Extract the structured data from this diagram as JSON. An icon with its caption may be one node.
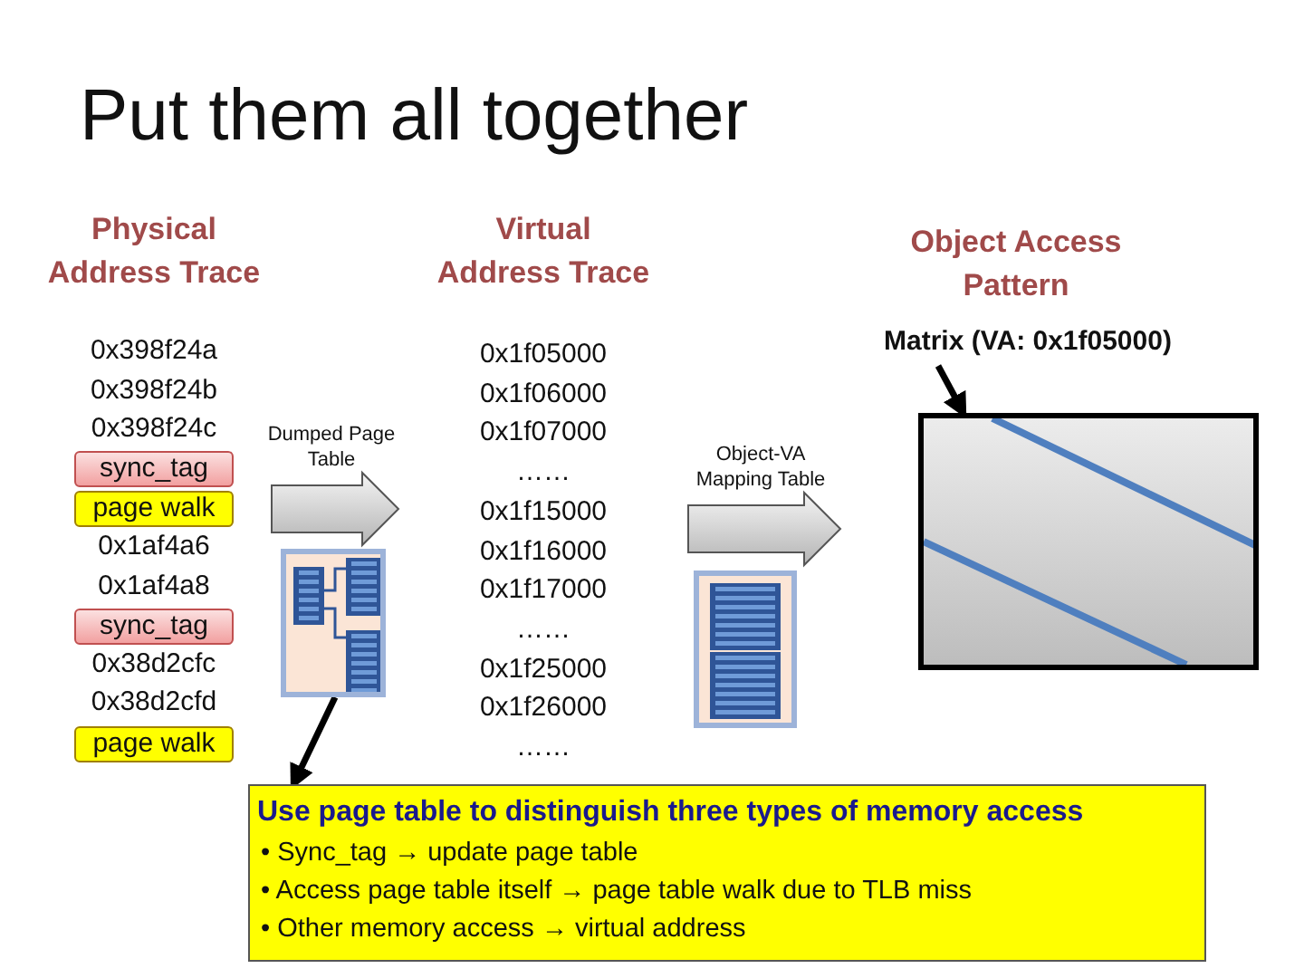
{
  "diagram": {
    "title": "Put them all together",
    "nodes": [
      {
        "text": [
          "Physical Address Trace"
        ]
      },
      {
        "text": [
          "sync_tag"
        ],
        "in": 0
      },
      {
        "text": [
          "page walk"
        ],
        "in": 0
      },
      {
        "text": [
          "sync_tag"
        ],
        "in": 0
      },
      {
        "text": [
          "page walk"
        ],
        "in": 0
      },
      {
        "text": [
          "Virtual Address Trace"
        ]
      },
      {
        "text": [
          "Object Access Pattern"
        ]
      },
      {
        "text": [
          "Matrix (VA: 0x1f05000)"
        ],
        "in": 6
      },
      {
        "text": [],
        "shape": "box",
        "in": 6
      },
      {
        "text": [],
        "shape": "picture"
      },
      {
        "text": [],
        "shape": "picture"
      },
      {
        "text": [
          "Use page table to distinguish three types of memory access",
          "• Sync_tag → update page table",
          "• Access page table itself → page table walk due to TLB miss",
          "• Other memory access → virtual address"
        ]
      }
    ],
    "edges": [
      {
        "from": 0,
        "to": 5,
        "arrow": "to",
        "label": "Dumped Page Table",
        "style": "thick"
      },
      {
        "from": 5,
        "to": 6,
        "arrow": "to",
        "label": "Object-VA Mapping Table",
        "style": "thick"
      },
      {
        "from": 9,
        "to": 11,
        "arrow": "to"
      },
      {
        "from": 7,
        "to": 8,
        "arrow": "to"
      }
    ],
    "labels": [
      "0x398f24a",
      "0x398f24b",
      "0x398f24c",
      "0x1af4a6",
      "0x1af4a8",
      "0x38d2cfc",
      "0x38d2cfd",
      "0x1f05000",
      "0x1f06000",
      "0x1f07000",
      "……",
      "0x1f15000",
      "0x1f16000",
      "0x1f17000",
      "……",
      "0x1f25000",
      "0x1f26000",
      "……"
    ]
  }
}
